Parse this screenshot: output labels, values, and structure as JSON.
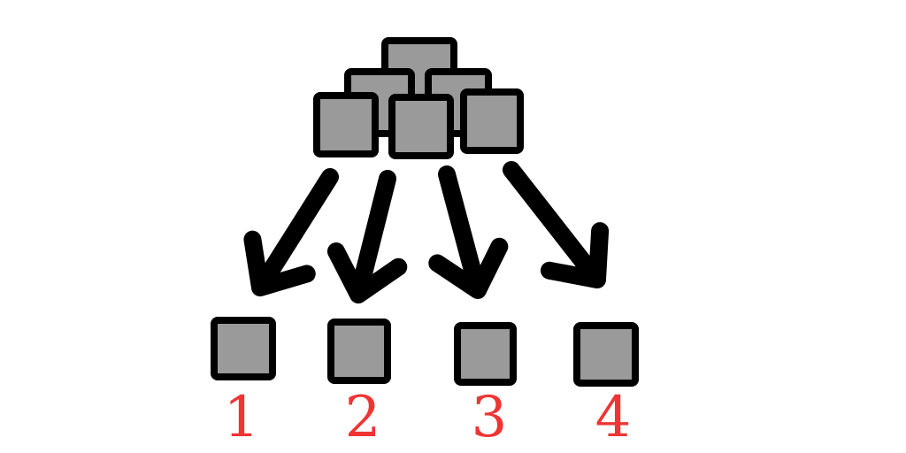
{
  "colors": {
    "box_fill": "#9a9a9a",
    "outline": "#000000",
    "label": "#f03434"
  },
  "labels": [
    "1",
    "2",
    "3",
    "4"
  ]
}
